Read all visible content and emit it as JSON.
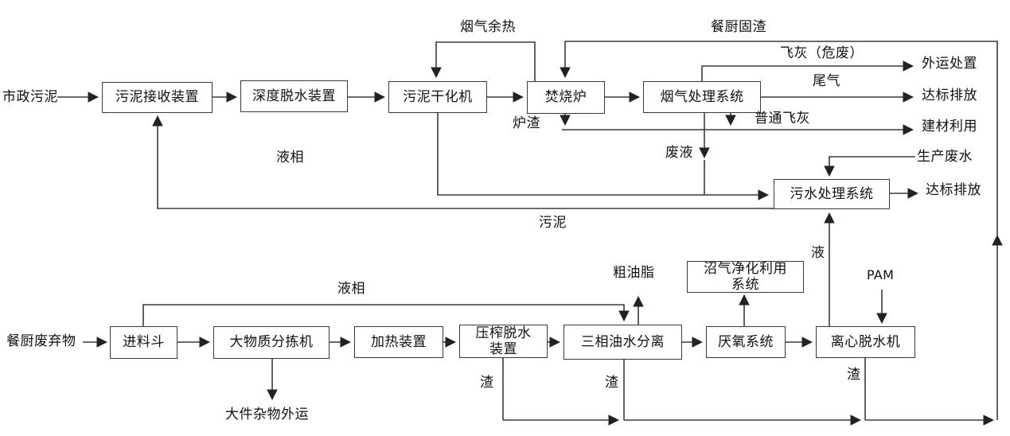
{
  "colors": {
    "line": "#3a3a3a",
    "text": "#111111",
    "background": "#ffffff"
  },
  "nodes": {
    "sludge_receiving": {
      "label": "污泥接收装置"
    },
    "deep_dewatering": {
      "label": "深度脱水装置"
    },
    "sludge_dryer": {
      "label": "污泥干化机"
    },
    "incinerator": {
      "label": "焚烧炉"
    },
    "flue_gas_treatment": {
      "label": "烟气处理系统"
    },
    "wastewater_treatment": {
      "label": "污水处理系统"
    },
    "feed_hopper": {
      "label": "进料斗"
    },
    "large_object_sorter": {
      "label": "大物质分拣机"
    },
    "heating_unit": {
      "label": "加热装置"
    },
    "press_dewatering": {
      "label": "压榨脱水装置"
    },
    "three_phase_separator": {
      "label": "三相油水分离"
    },
    "anaerobic_system": {
      "label": "厌氧系统"
    },
    "centrifugal_dewatering": {
      "label": "离心脱水机"
    },
    "biogas_purification": {
      "label": "沼气净化利用系统"
    }
  },
  "labels": {
    "municipal_sludge": "市政污泥",
    "kitchen_waste": "餐厨废弃物",
    "flue_gas_heat": "烟气余热",
    "kitchen_solid_residue": "餐厨固渣",
    "fly_ash_hazardous": "飞灰（危废）",
    "tail_gas": "尾气",
    "ordinary_fly_ash": "普通飞灰",
    "furnace_slag": "炉渣",
    "waste_liquid": "废液",
    "liquid_phase_top": "液相",
    "sludge_return": "污泥",
    "offsite_disposal": "外运处置",
    "discharge_standard_1": "达标排放",
    "building_material": "建材利用",
    "production_wastewater": "生产废水",
    "discharge_standard_2": "达标排放",
    "liquid_phase_bottom": "液相",
    "crude_grease": "粗油脂",
    "liquid": "液",
    "pam": "PAM",
    "slag_1": "渣",
    "slag_2": "渣",
    "slag_3": "渣",
    "bulky_waste_removal": "大件杂物外运"
  },
  "edges": [
    {
      "from": "市政污泥",
      "to": "污泥接收装置"
    },
    {
      "from": "污泥接收装置",
      "to": "深度脱水装置"
    },
    {
      "from": "深度脱水装置",
      "to": "污泥干化机"
    },
    {
      "from": "污泥干化机",
      "to": "焚烧炉"
    },
    {
      "from": "焚烧炉",
      "to": "污泥干化机",
      "label": "烟气余热"
    },
    {
      "from": "焚烧炉",
      "to": "烟气处理系统"
    },
    {
      "from": "焚烧炉",
      "to": "建材利用",
      "label": "炉渣"
    },
    {
      "from": "烟气处理系统",
      "to": "外运处置",
      "label": "飞灰（危废）"
    },
    {
      "from": "烟气处理系统",
      "to": "达标排放",
      "label": "尾气"
    },
    {
      "from": "烟气处理系统",
      "to": "建材利用",
      "label": "普通飞灰"
    },
    {
      "from": "烟气处理系统",
      "to": "污水处理系统",
      "label": "废液"
    },
    {
      "from": "污泥干化机",
      "to": "污水处理系统",
      "label": "液相"
    },
    {
      "from": "污水处理系统",
      "to": "污泥接收装置",
      "label": "污泥"
    },
    {
      "from": "生产废水",
      "to": "污水处理系统"
    },
    {
      "from": "污水处理系统",
      "to": "达标排放"
    },
    {
      "from": "餐厨废弃物",
      "to": "进料斗"
    },
    {
      "from": "进料斗",
      "to": "大物质分拣机"
    },
    {
      "from": "进料斗",
      "to": "三相油水分离",
      "label": "液相"
    },
    {
      "from": "大物质分拣机",
      "to": "加热装置"
    },
    {
      "from": "大物质分拣机",
      "to": "大件杂物外运"
    },
    {
      "from": "加热装置",
      "to": "压榨脱水装置"
    },
    {
      "from": "压榨脱水装置",
      "to": "三相油水分离"
    },
    {
      "from": "压榨脱水装置",
      "to": "餐厨固渣汇流",
      "label": "渣"
    },
    {
      "from": "三相油水分离",
      "to": "粗油脂"
    },
    {
      "from": "三相油水分离",
      "to": "厌氧系统"
    },
    {
      "from": "三相油水分离",
      "to": "餐厨固渣汇流",
      "label": "渣"
    },
    {
      "from": "厌氧系统",
      "to": "沼气净化利用系统"
    },
    {
      "from": "厌氧系统",
      "to": "离心脱水机"
    },
    {
      "from": "PAM",
      "to": "离心脱水机"
    },
    {
      "from": "离心脱水机",
      "to": "污水处理系统",
      "label": "液"
    },
    {
      "from": "离心脱水机",
      "to": "餐厨固渣汇流",
      "label": "渣"
    },
    {
      "from": "餐厨固渣汇流",
      "to": "焚烧炉",
      "label": "餐厨固渣"
    }
  ]
}
